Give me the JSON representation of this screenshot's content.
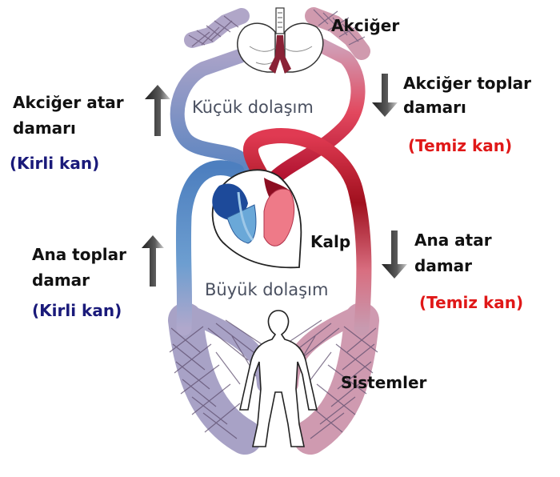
{
  "labels": {
    "lungs": "Akciğer",
    "pulmonary_artery_line1": "Akciğer atar",
    "pulmonary_artery_line2": "damarı",
    "pulmonary_artery_blood": "(Kirli kan)",
    "pulmonary_vein_line1": "Akciğer toplar",
    "pulmonary_vein_line2": "damarı",
    "pulmonary_vein_blood": "(Temiz kan)",
    "small_circulation": "Küçük dolaşım",
    "heart": "Kalp",
    "vena_cava_line1": "Ana toplar",
    "vena_cava_line2": "damar",
    "vena_cava_blood": "(Kirli kan)",
    "aorta_line1": "Ana atar",
    "aorta_line2": "damar",
    "aorta_blood": "(Temiz kan)",
    "big_circulation": "Büyük dolaşım",
    "systems": "Sistemler"
  },
  "colors": {
    "deoxygenated": "#4a7fbd",
    "oxygenated": "#e0304a",
    "label_blue": "#1a1a7a",
    "label_red": "#e01818"
  },
  "icons": {
    "up_arrow": "arrow-up-icon",
    "down_arrow": "arrow-down-icon"
  }
}
